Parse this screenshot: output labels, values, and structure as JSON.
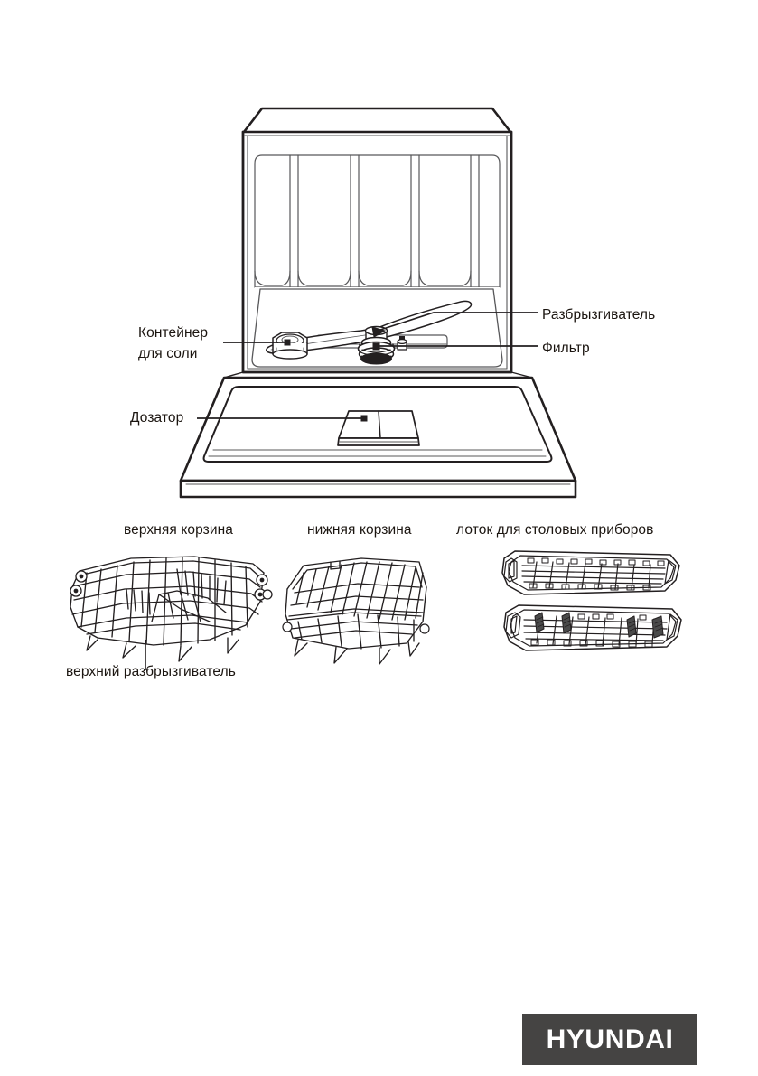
{
  "document": {
    "kind": "appliance-manual-parts-diagram",
    "appliance": "dishwasher"
  },
  "main_diagram": {
    "name": "dishwasher-open-front-view",
    "callouts": [
      {
        "id": "salt-container",
        "lines": [
          "Контейнер",
          "для соли"
        ],
        "label": "Контейнер для соли",
        "side": "left"
      },
      {
        "id": "spray-arm",
        "lines": [
          "Разбрызгиватель"
        ],
        "label": "Разбрызгиватель",
        "side": "right"
      },
      {
        "id": "filter",
        "lines": [
          "Фильтр"
        ],
        "label": "Фильтр",
        "side": "right"
      },
      {
        "id": "dispenser",
        "lines": [
          "Дозатор"
        ],
        "label": "Дозатор",
        "side": "left"
      }
    ]
  },
  "baskets": {
    "upper": {
      "caption": "верхняя корзина",
      "sub_callout": "верхний разбрызгиватель"
    },
    "lower": {
      "caption": "нижняя корзина"
    },
    "cutlery": {
      "caption": "лоток для столовых приборов"
    }
  },
  "brand": {
    "name": "HYUNDAI",
    "box_color": "#454443",
    "text_color": "#FFFFFF"
  },
  "colors": {
    "line": "#231f20",
    "line_light": "#58585a",
    "text": "#1B1510",
    "page_background": "#FFFFFF"
  }
}
